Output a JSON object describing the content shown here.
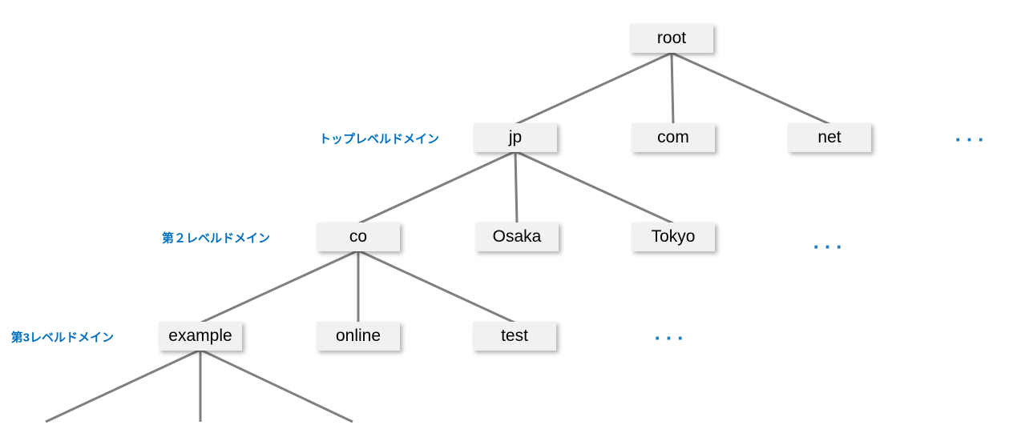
{
  "nodes": {
    "root": "root",
    "jp": "jp",
    "com": "com",
    "net": "net",
    "co": "co",
    "osaka": "Osaka",
    "tokyo": "Tokyo",
    "example": "example",
    "online": "online",
    "test": "test"
  },
  "row_labels": {
    "top_level": "トップレベルドメイン",
    "second_level": "第２レベルドメイン",
    "third_level": "第3レベルドメイン"
  },
  "ellipsis": {
    "tld_row": "...",
    "second_row": "...",
    "third_row": "..."
  },
  "colors": {
    "label_blue": "#0070c0",
    "dots_blue": "#1f7ec2",
    "edge_gray": "#7f7f7f",
    "node_bg": "#f1f1f1"
  }
}
